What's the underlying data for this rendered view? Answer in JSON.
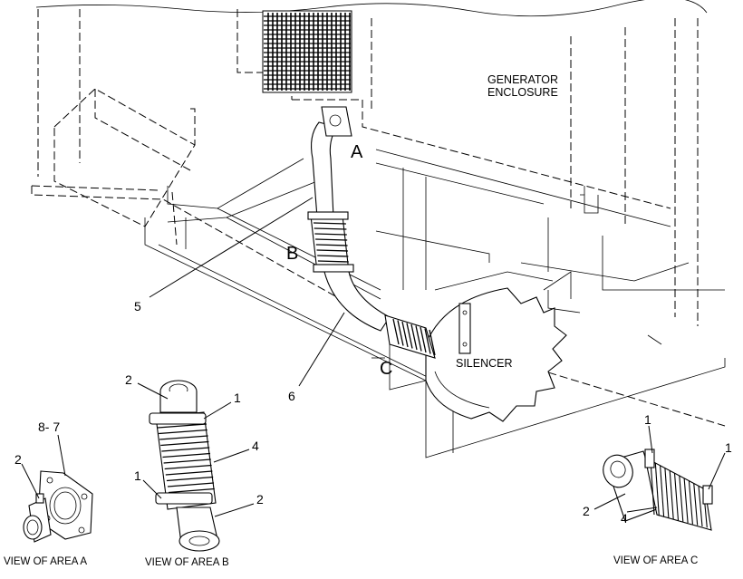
{
  "labels": {
    "generator_enclosure_line1": "GENERATOR",
    "generator_enclosure_line2": "ENCLOSURE",
    "silencer": "SILENCER",
    "area_a": "A",
    "area_b": "B",
    "area_c": "C",
    "callout_5": "5",
    "callout_6": "6"
  },
  "views": {
    "a": {
      "caption": "VIEW OF AREA  A",
      "callouts": [
        "8- 7",
        "2"
      ]
    },
    "b": {
      "caption": "VIEW OF AREA  B",
      "callouts": [
        "2",
        "1",
        "4",
        "1",
        "2"
      ]
    },
    "c": {
      "caption": "VIEW OF AREA  C",
      "callouts": [
        "1",
        "1",
        "2",
        "4"
      ]
    }
  }
}
